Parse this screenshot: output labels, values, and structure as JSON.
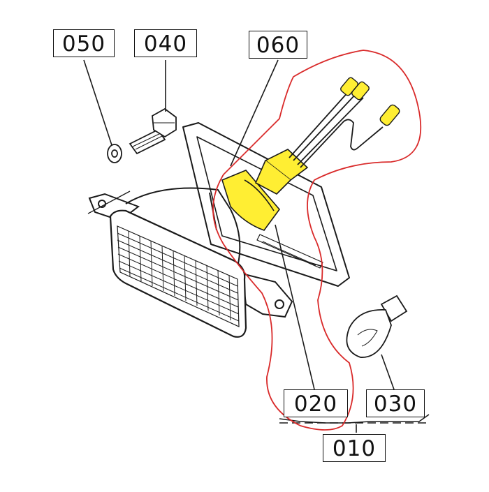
{
  "part_labels": {
    "p050": "050",
    "p040": "040",
    "p060": "060",
    "p020": "020",
    "p030": "030",
    "p010": "010"
  },
  "colors": {
    "line": "#1a1a1a",
    "highlight": "#ffee33",
    "annotation": "#d92a2a",
    "background": "#ffffff"
  }
}
